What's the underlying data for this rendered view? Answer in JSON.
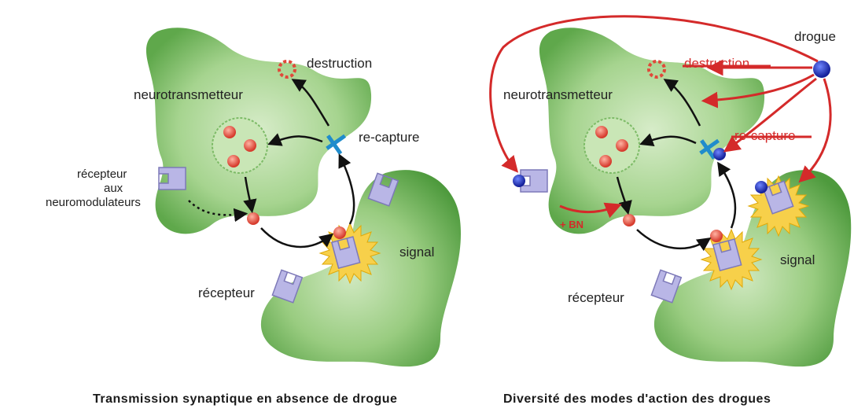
{
  "left_panel": {
    "labels": {
      "destruction": "destruction",
      "neurotransmetteur": "neurotransmetteur",
      "recapture": "re-capture",
      "recepteur_neuromod_1": "récepteur",
      "recepteur_neuromod_2": "aux",
      "recepteur_neuromod_3": "neuromodulateurs",
      "signal": "signal",
      "recepteur": "récepteur"
    },
    "caption": "Transmission synaptique en absence de drogue"
  },
  "right_panel": {
    "labels": {
      "drogue": "drogue",
      "destruction": "destruction",
      "neurotransmetteur": "neurotransmetteur",
      "recapture": "re-capture",
      "plus_label": "+ BN",
      "signal": "signal",
      "recepteur": "récepteur"
    },
    "caption": "Diversité des modes d'action des drogues"
  },
  "colors": {
    "cell_green": "#8fc97a",
    "cell_dark": "#5aa24a",
    "neurotransmitter_red": "#e0493a",
    "receptor_purple": "#b9b6e6",
    "transporter_blue": "#1f8ccc",
    "drug_blue": "#1a2fb8",
    "arrow_red": "#d42a2a",
    "signal_yellow": "#f5c21b"
  }
}
